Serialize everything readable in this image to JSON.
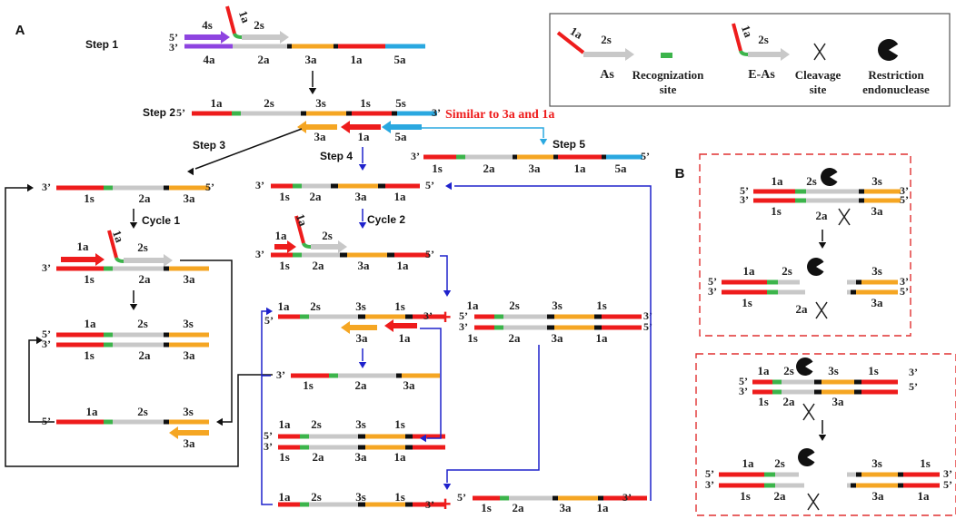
{
  "panels": {
    "a": "A",
    "b": "B"
  },
  "steps": {
    "step1": "Step 1",
    "step2": "Step 2",
    "step3": "Step 3",
    "step4": "Step 4",
    "step5": "Step 5",
    "cycle1": "Cycle 1",
    "cycle2": "Cycle 2"
  },
  "similar_note": "Similar to 3a and 1a",
  "ends": {
    "five": "5’",
    "three": "3’"
  },
  "plus": "+",
  "segments": {
    "s1a": "1a",
    "s2s": "2s",
    "s3s": "3s",
    "s1s": "1s",
    "s2a": "2a",
    "s3a": "3a",
    "s4s": "4s",
    "s4a": "4a",
    "s5a": "5a",
    "s5s": "5s"
  },
  "legend": {
    "as": "As",
    "recognition": [
      "Recognization",
      "site"
    ],
    "eas": "E-As",
    "cleavage": [
      "Cleavage",
      "site"
    ],
    "endonuclease": [
      "Restriction",
      "endonuclease"
    ]
  },
  "colors": {
    "red": "#ee1c1c",
    "gray": "#c8c8c8",
    "orange": "#f5a623",
    "blue": "#2aa8e0",
    "purple": "#8e44e0",
    "green": "#3cb44b",
    "black": "#111111",
    "flow_blue": "#1f22cc",
    "dash_red": "#e03030"
  }
}
